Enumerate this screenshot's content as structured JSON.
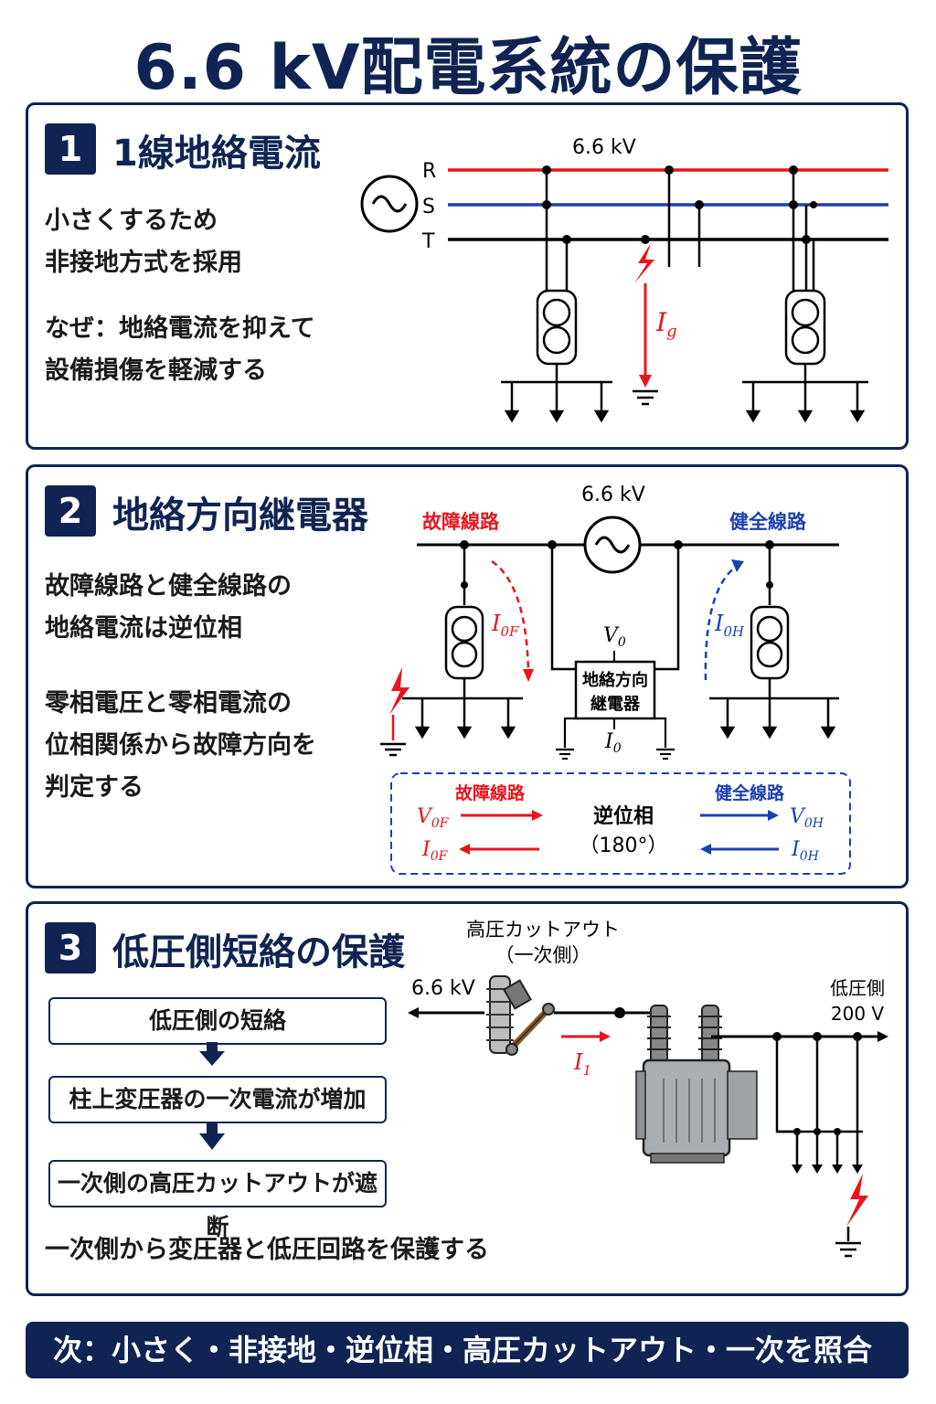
{
  "title": "6.6 kV配電系統の保護",
  "section1": {
    "number": "1",
    "heading": "1線地絡電流",
    "lines": [
      "小さくするため",
      "非接地方式を採用",
      "なぜ：地絡電流を抑えて",
      "設備損傷を軽減する"
    ],
    "voltage": "6.6 kV",
    "phase_labels": [
      "R",
      "S",
      "T"
    ],
    "current_label": "I",
    "current_sub": "g"
  },
  "section2": {
    "number": "2",
    "heading": "地絡方向継電器",
    "lines": [
      "故障線路と健全線路の",
      "地絡電流は逆位相",
      "零相電圧と零相電流の",
      "位相関係から故障方向を",
      "判定する"
    ],
    "voltage": "6.6 kV",
    "faulty_line": "故障線路",
    "healthy_line": "健全線路",
    "relay": [
      "地絡方向",
      "継電器"
    ],
    "i0f": {
      "main": "I",
      "sub": "0F"
    },
    "i0h": {
      "main": "I",
      "sub": "0H"
    },
    "v0": {
      "main": "V",
      "sub": "0"
    },
    "i0": {
      "main": "I",
      "sub": "0"
    },
    "legend": {
      "faulty_title": "故障線路",
      "healthy_title": "健全線路",
      "center_top": "逆位相",
      "center_bottom": "（180°）",
      "v0f": {
        "main": "V",
        "sub": "0F"
      },
      "i0f": {
        "main": "I",
        "sub": "0F"
      },
      "v0h": {
        "main": "V",
        "sub": "0H"
      },
      "i0h": {
        "main": "I",
        "sub": "0H"
      }
    }
  },
  "section3": {
    "number": "3",
    "heading": "低圧側短絡の保護",
    "flow": [
      "低圧側の短絡",
      "柱上変圧器の一次電流が増加",
      "一次側の高圧カットアウトが遮断"
    ],
    "conclusion": "一次側から変圧器と低圧回路を保護する",
    "cutout_label": [
      "高圧カットアウト",
      "（一次側）"
    ],
    "voltage": "6.6 kV",
    "lv_label": [
      "低圧側",
      "200 V"
    ],
    "i1": {
      "main": "I",
      "sub": "1"
    }
  },
  "footer": "次：小さく・非接地・逆位相・高圧カットアウト・一次を照合",
  "colors": {
    "navy": "#0f2452",
    "red": "#e8141c",
    "blue": "#1c3fae"
  }
}
